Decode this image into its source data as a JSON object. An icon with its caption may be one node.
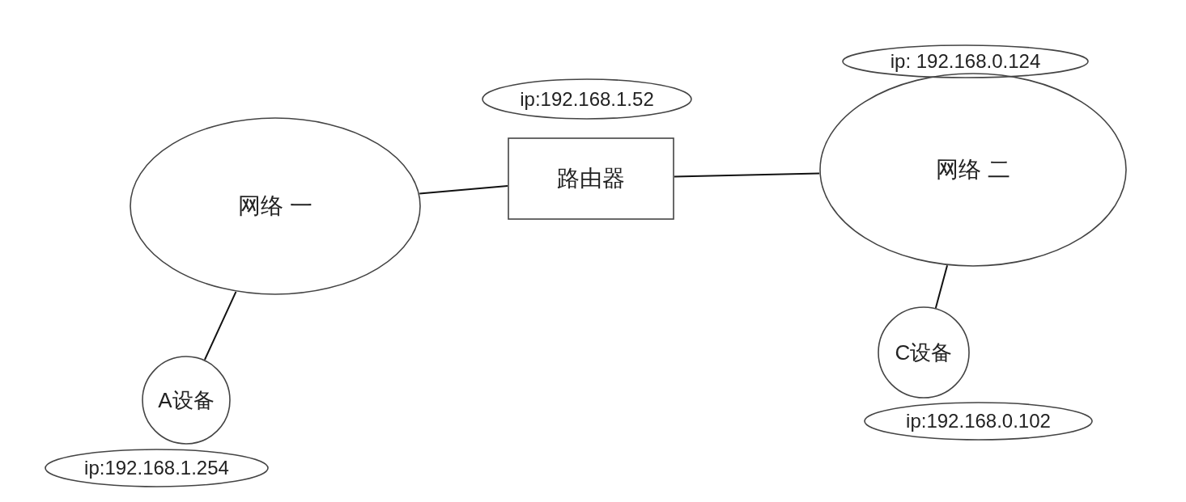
{
  "diagram": {
    "nodes": [
      {
        "text": [
          "网络 一"
        ]
      },
      {
        "text": [
          "路由器"
        ]
      },
      {
        "text": [
          "网络 二"
        ]
      },
      {
        "text": [
          "A设备"
        ]
      },
      {
        "text": [
          "C设备"
        ]
      },
      {
        "text": [
          "ip:192.168.1.52"
        ]
      },
      {
        "text": [
          "ip: 192.168.0.124"
        ]
      },
      {
        "text": [
          "ip:192.168.1.254"
        ]
      },
      {
        "text": [
          "ip:192.168.0.102"
        ]
      }
    ],
    "edges": [
      {
        "from": 0,
        "to": 1,
        "arrow": "none"
      },
      {
        "from": 1,
        "to": 2,
        "arrow": "none"
      },
      {
        "from": 0,
        "to": 3,
        "arrow": "none"
      },
      {
        "from": 2,
        "to": 4,
        "arrow": "none"
      }
    ]
  }
}
